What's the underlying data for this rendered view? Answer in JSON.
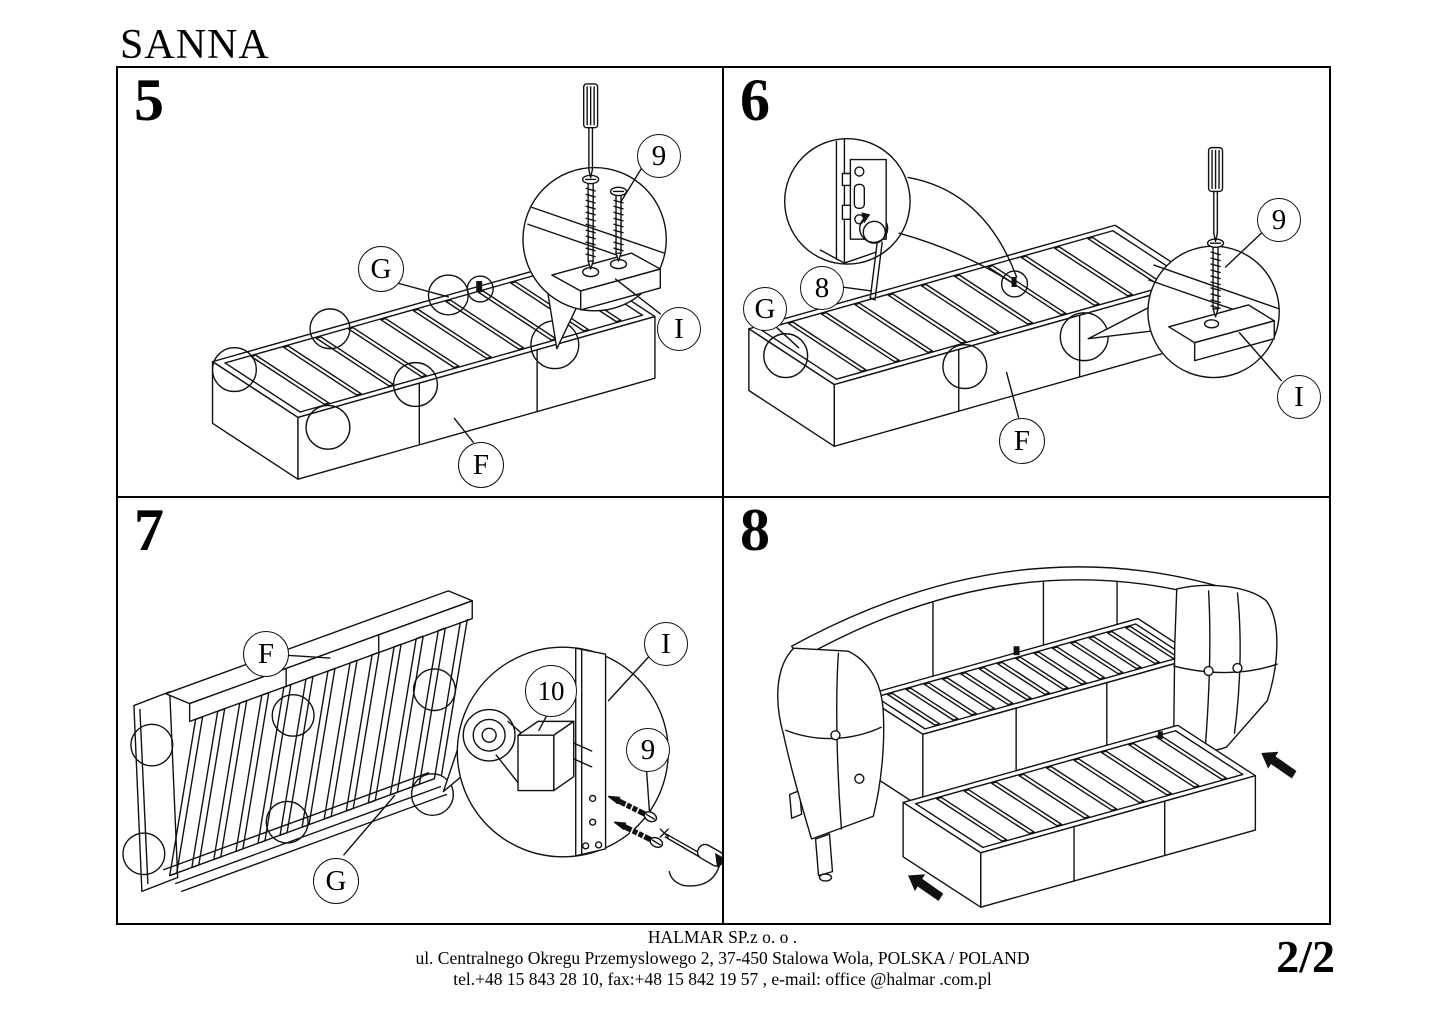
{
  "document": {
    "title": "SANNA",
    "page_indicator": "2/2",
    "footer": {
      "company": "HALMAR SP.z o. o .",
      "address": "ul. Centralnego Okregu Przemyslowego 2, 37-450 Stalowa Wola, POLSKA / POLAND",
      "contact": "tel.+48 15 843 28 10, fax:+48 15 842 19 57 , e-mail: office @halmar .com.pl"
    }
  },
  "steps": {
    "step5": {
      "number": "5",
      "labels": {
        "g": "G",
        "f": "F",
        "screw": "9",
        "rail": "I"
      }
    },
    "step6": {
      "number": "6",
      "labels": {
        "latch": "8",
        "g": "G",
        "f": "F",
        "screw": "9",
        "rail": "I"
      }
    },
    "step7": {
      "number": "7",
      "labels": {
        "f": "F",
        "g": "G",
        "wheel": "10",
        "screw": "9",
        "rail": "I"
      }
    },
    "step8": {
      "number": "8"
    }
  }
}
